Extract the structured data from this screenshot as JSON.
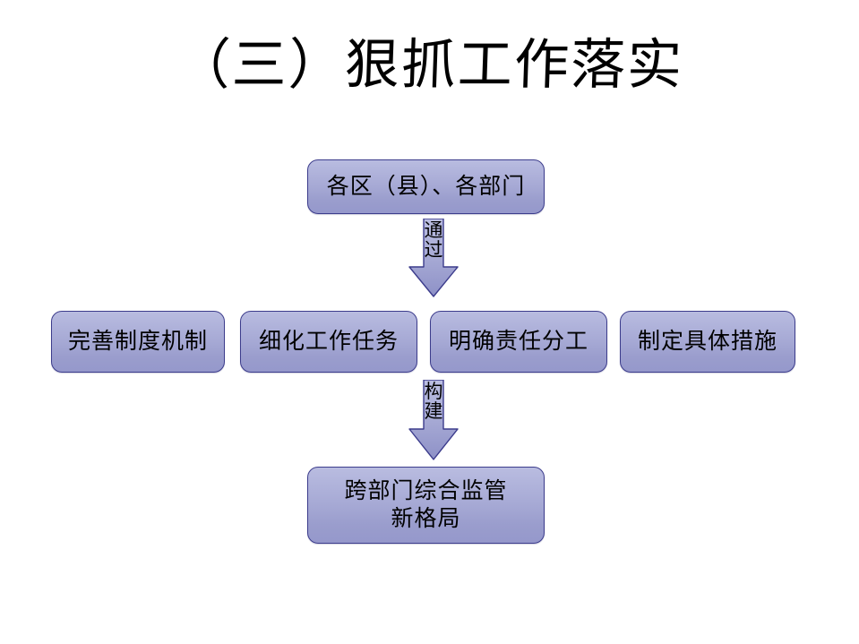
{
  "slide": {
    "title": "（三）狠抓工作落实",
    "background_color": "#ffffff"
  },
  "theme": {
    "box_fill_top": "#b9bce0",
    "box_fill_bottom": "#9598cb",
    "box_border": "#3c3c8c",
    "arrow_fill_top": "#b3b6dd",
    "arrow_fill_bottom": "#9093c9",
    "arrow_border": "#3c3c8c",
    "text_color": "#000000"
  },
  "flow": {
    "top_node": {
      "label": "各区（县）、各部门"
    },
    "arrow_1": {
      "label_chars": [
        "通",
        "过"
      ],
      "label": "通过",
      "direction": "down"
    },
    "middle_nodes": [
      {
        "label": "完善制度机制"
      },
      {
        "label": "细化工作任务"
      },
      {
        "label": "明确责任分工"
      },
      {
        "label": "制定具体措施"
      }
    ],
    "arrow_2": {
      "label_chars": [
        "构",
        "建"
      ],
      "label": "构建",
      "direction": "down"
    },
    "bottom_node": {
      "label": "跨部门综合监管\n新格局",
      "line_1": "跨部门综合监管",
      "line_2": "新格局"
    }
  }
}
